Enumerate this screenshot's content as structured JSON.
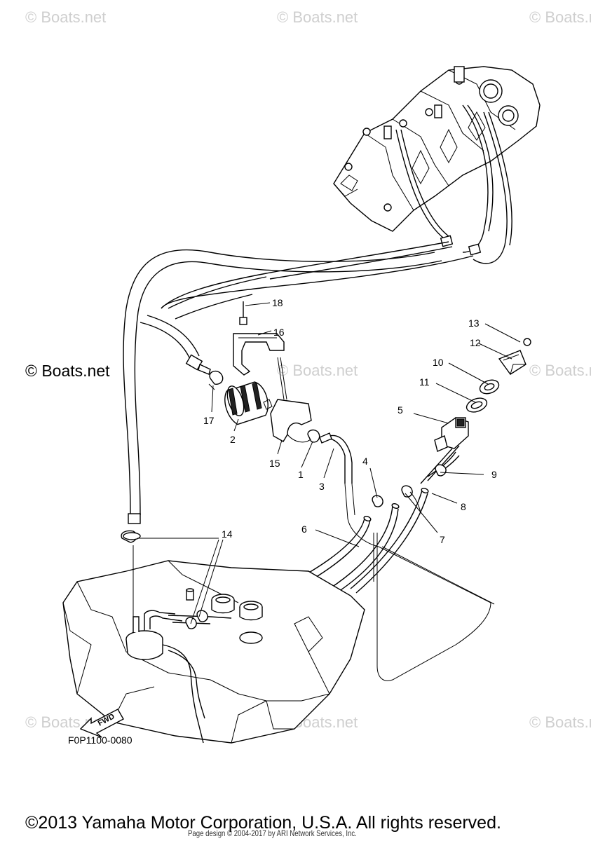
{
  "watermark": {
    "text": "© Boats.net",
    "prominent_text": "© Boats.net"
  },
  "diagram": {
    "figure_code": "F0P1100-0080",
    "fwd_label": "FWD",
    "callouts": [
      {
        "id": "c1",
        "label": "1"
      },
      {
        "id": "c2",
        "label": "2"
      },
      {
        "id": "c3",
        "label": "3"
      },
      {
        "id": "c4",
        "label": "4"
      },
      {
        "id": "c5",
        "label": "5"
      },
      {
        "id": "c6",
        "label": "6"
      },
      {
        "id": "c7",
        "label": "7"
      },
      {
        "id": "c8",
        "label": "8"
      },
      {
        "id": "c9",
        "label": "9"
      },
      {
        "id": "c10",
        "label": "10"
      },
      {
        "id": "c11",
        "label": "11"
      },
      {
        "id": "c12",
        "label": "12"
      },
      {
        "id": "c13",
        "label": "13"
      },
      {
        "id": "c14",
        "label": "14"
      },
      {
        "id": "c15",
        "label": "15"
      },
      {
        "id": "c16",
        "label": "16"
      },
      {
        "id": "c17",
        "label": "17"
      },
      {
        "id": "c18",
        "label": "18"
      }
    ]
  },
  "footer": {
    "copyright": "©2013 Yamaha Motor Corporation, U.S.A. All rights reserved.",
    "page_design": "Page design © 2004-2017 by ARI Network Services, Inc."
  }
}
